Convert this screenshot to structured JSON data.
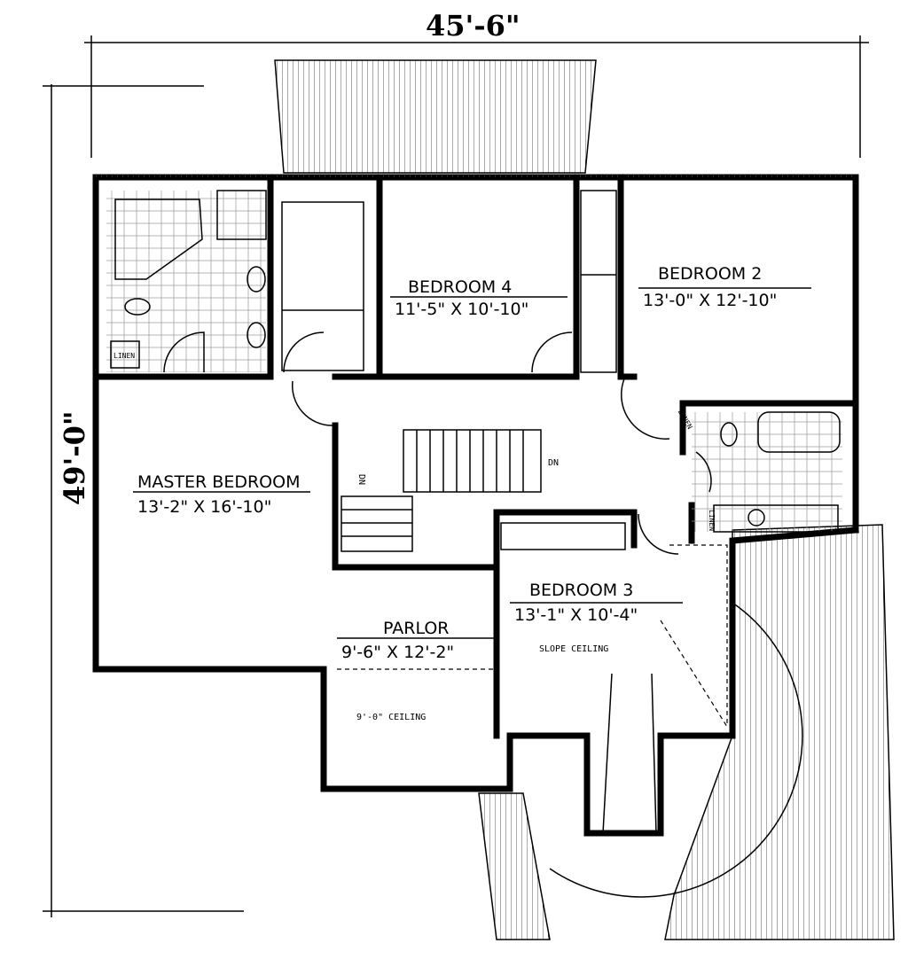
{
  "overall": {
    "width": "45'-6\"",
    "depth": "49'-0\""
  },
  "rooms": {
    "bedroom4": {
      "name": "BEDROOM 4",
      "size": "11'-5\" X 10'-10\""
    },
    "bedroom2": {
      "name": "BEDROOM 2",
      "size": "13'-0\" X 12'-10\""
    },
    "master": {
      "name": "MASTER BEDROOM",
      "size": "13'-2\" X 16'-10\""
    },
    "bedroom3": {
      "name": "BEDROOM 3",
      "size": "13'-1\" X 10'-4\""
    },
    "parlor": {
      "name": "PARLOR",
      "size": "9'-6\" X 12'-2\""
    }
  },
  "notes": {
    "slope": "SLOPE CEILING",
    "ceiling": "9'-0\" CEILING",
    "dn1": "DN",
    "dn2": "DN",
    "linen1": "LINEN",
    "linen2": "LINEN",
    "linen3": "LINEN"
  }
}
